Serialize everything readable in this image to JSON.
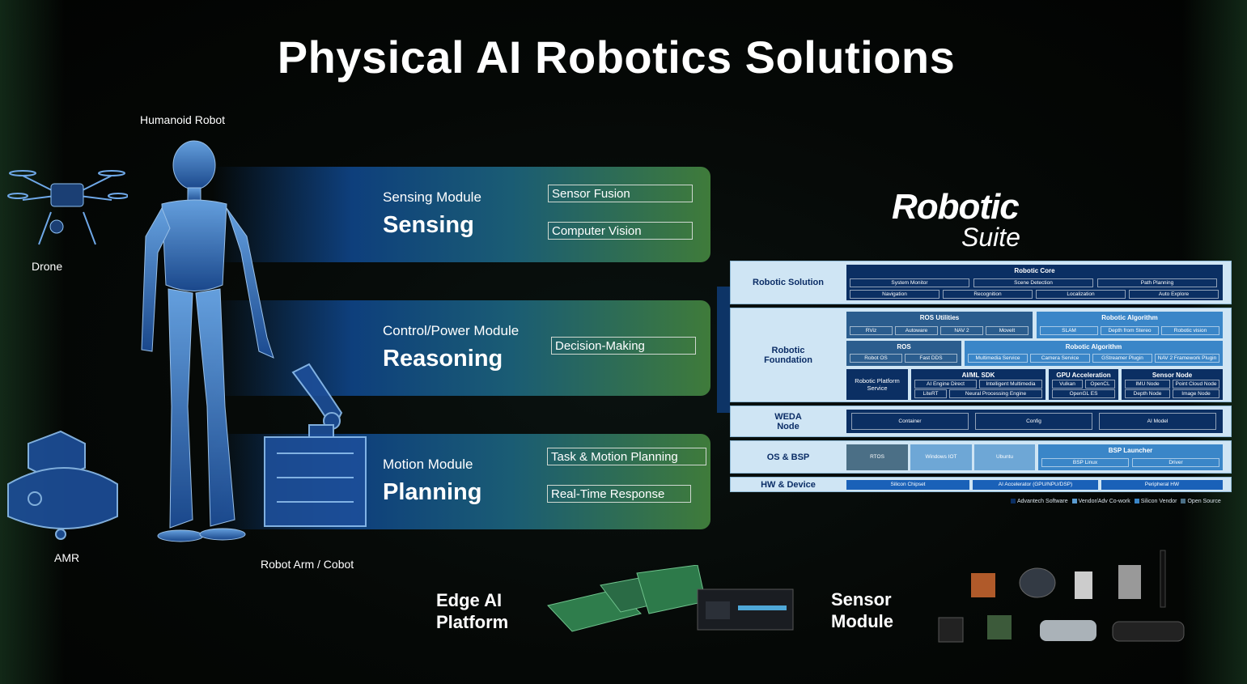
{
  "title": "Physical AI Robotics Solutions",
  "figures": {
    "humanoid": "Humanoid Robot",
    "drone": "Drone",
    "amr": "AMR",
    "arm": "Robot Arm  /  Cobot"
  },
  "modules": [
    {
      "module": "Sensing Module",
      "name": "Sensing",
      "tags": [
        "Sensor Fusion",
        "Computer Vision"
      ]
    },
    {
      "module": "Control/Power Module",
      "name": "Reasoning",
      "tags": [
        "Decision-Making"
      ]
    },
    {
      "module": "Motion Module",
      "name": "Planning",
      "tags": [
        "Task & Motion Planning",
        "Real-Time Response"
      ]
    }
  ],
  "suite": {
    "logo_top": "Robotic",
    "logo_bottom": "Suite",
    "rows": {
      "solution": "Robotic Solution",
      "foundation_a": "Robotic",
      "foundation_b": "Foundation",
      "weda_a": "WEDA",
      "weda_b": "Node",
      "os": "OS & BSP",
      "hw": "HW & Device"
    },
    "core": {
      "title": "Robotic Core",
      "r1": [
        "System Monitor",
        "Scene Detection",
        "Path Planning"
      ],
      "r2": [
        "Navigation",
        "Recognition",
        "Localization",
        "Auto Explore"
      ]
    },
    "ros_utils": {
      "title": "ROS Utilities",
      "items": [
        "RViz",
        "Autoware",
        "NAV 2",
        "MoveIt"
      ]
    },
    "alg1": {
      "title": "Robotic Algorithm",
      "items": [
        "SLAM",
        "Depth from Stereo",
        "Robotic vision"
      ]
    },
    "ros": {
      "title": "ROS",
      "items": [
        "Robot OS",
        "Fast DDS"
      ]
    },
    "alg2": {
      "title": "Robotic Algorithm",
      "items": [
        "Multimedia Service",
        "Camera Service",
        "GStreamer Plugin",
        "NAV 2 Framework Plugin"
      ]
    },
    "platform": "Robotic Platform Service",
    "aiml": {
      "title": "AI/ML SDK",
      "items": [
        "AI Engine Direct",
        "Intelligent Multimedia",
        "LiteRT",
        "Neural Processing Engine"
      ]
    },
    "gpu": {
      "title": "GPU Acceleration",
      "items": [
        "Vulkan",
        "OpenCL",
        "OpenGL ES"
      ]
    },
    "sensor": {
      "title": "Sensor Node",
      "items": [
        "IMU Node",
        "Point Cloud Node",
        "Depth Node",
        "Image Node"
      ]
    },
    "weda": [
      "Container",
      "Config",
      "AI Model"
    ],
    "os": {
      "items": [
        "RTOS",
        "Windows IOT",
        "Ubuntu"
      ],
      "bsp_title": "BSP Launcher",
      "bsp": [
        "BSP Linux",
        "Driver"
      ]
    },
    "hw": [
      "Silicon Chipset",
      "AI Accelerator (GPU/NPU/DSP)",
      "Peripheral HW"
    ],
    "legend": [
      {
        "label": "Advantech Software",
        "color": "#0b2f63"
      },
      {
        "label": "Vendor/Adv Co-work",
        "color": "#5a9bd0"
      },
      {
        "label": "Silicon Vendor",
        "color": "#3a86c8"
      },
      {
        "label": "Open Source",
        "color": "#4b6f86"
      }
    ]
  },
  "bottom": {
    "edge_a": "Edge AI",
    "edge_b": "Platform",
    "sensor_a": "Sensor",
    "sensor_b": "Module"
  }
}
